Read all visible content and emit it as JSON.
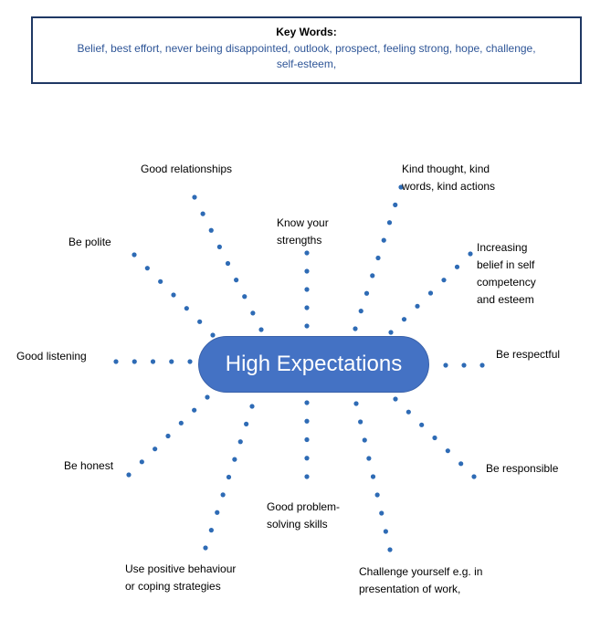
{
  "key_words": {
    "title": "Key Words:",
    "text": "Belief, best effort, never being disappointed, outlook, prospect, feeling strong, hope, challenge, self-esteem,"
  },
  "center": {
    "label": "High Expectations"
  },
  "colors": {
    "accent": "#4472c4",
    "dot": "#2e6bb5",
    "key_text": "#2e5597",
    "border": "#1f3864"
  },
  "spokes": [
    {
      "id": "good-relationships",
      "label": "Good relationships",
      "dots": 9
    },
    {
      "id": "be-polite",
      "label": "Be polite",
      "dots": 7
    },
    {
      "id": "know-your-strengths",
      "label": "Know your strengths",
      "dots": 5
    },
    {
      "id": "kind",
      "label": "Kind thought, kind words, kind actions",
      "dots": 9
    },
    {
      "id": "increasing-belief",
      "label": "Increasing belief in self competency and esteem",
      "dots": 7
    },
    {
      "id": "good-listening",
      "label": "Good listening",
      "dots": 5
    },
    {
      "id": "be-respectful",
      "label": "Be respectful",
      "dots": 3
    },
    {
      "id": "be-honest",
      "label": "Be honest",
      "dots": 7
    },
    {
      "id": "use-positive-behaviour",
      "label": "Use positive behaviour or coping strategies",
      "dots": 9
    },
    {
      "id": "good-problem-solving",
      "label": "Good problem-solving skills",
      "dots": 5
    },
    {
      "id": "challenge-yourself",
      "label": "Challenge yourself e.g. in presentation of work,",
      "dots": 9
    },
    {
      "id": "be-responsible",
      "label": "Be responsible",
      "dots": 7
    }
  ],
  "labels_lines": {
    "know_1": "Know your",
    "know_2": "strengths",
    "kind_1": "Kind thought, kind",
    "kind_2": "words, kind actions",
    "inc_1": "Increasing",
    "inc_2": "belief in self",
    "inc_3": "competency",
    "inc_4": "and esteem",
    "use_1": "Use positive behaviour",
    "use_2": "or coping strategies",
    "prob_1": "Good problem-",
    "prob_2": "solving skills",
    "chal_1": "Challenge yourself e.g. in",
    "chal_2": "presentation of work,"
  }
}
